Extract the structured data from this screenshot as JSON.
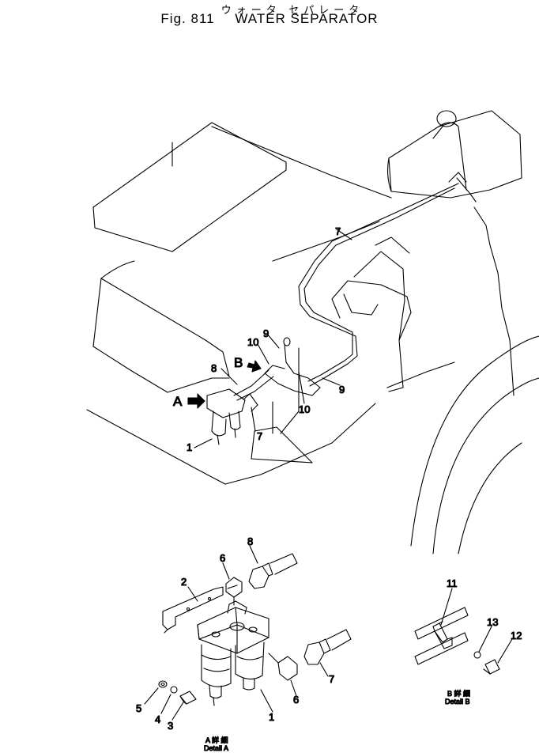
{
  "header": {
    "japanese_title": "ウォータ セパレータ",
    "fig_label": "Fig. 811",
    "title": "WATER SEPARATOR"
  },
  "main_view": {
    "views": {
      "a": "A",
      "b": "B"
    },
    "callouts": {
      "c1": "1",
      "c7a": "7",
      "c7b": "7",
      "c8": "8",
      "c9a": "9",
      "c9b": "9",
      "c10a": "10",
      "c10b": "10"
    }
  },
  "detail_a": {
    "caption_jp": "A 詳 細",
    "caption": "Detail A",
    "callouts": {
      "c1": "1",
      "c2": "2",
      "c3": "3",
      "c4": "4",
      "c5": "5",
      "c6a": "6",
      "c6b": "6",
      "c7": "7",
      "c8": "8"
    }
  },
  "detail_b": {
    "caption_jp": "B 詳 細",
    "caption": "Detail B",
    "callouts": {
      "c11": "11",
      "c12": "12",
      "c13": "13"
    }
  }
}
